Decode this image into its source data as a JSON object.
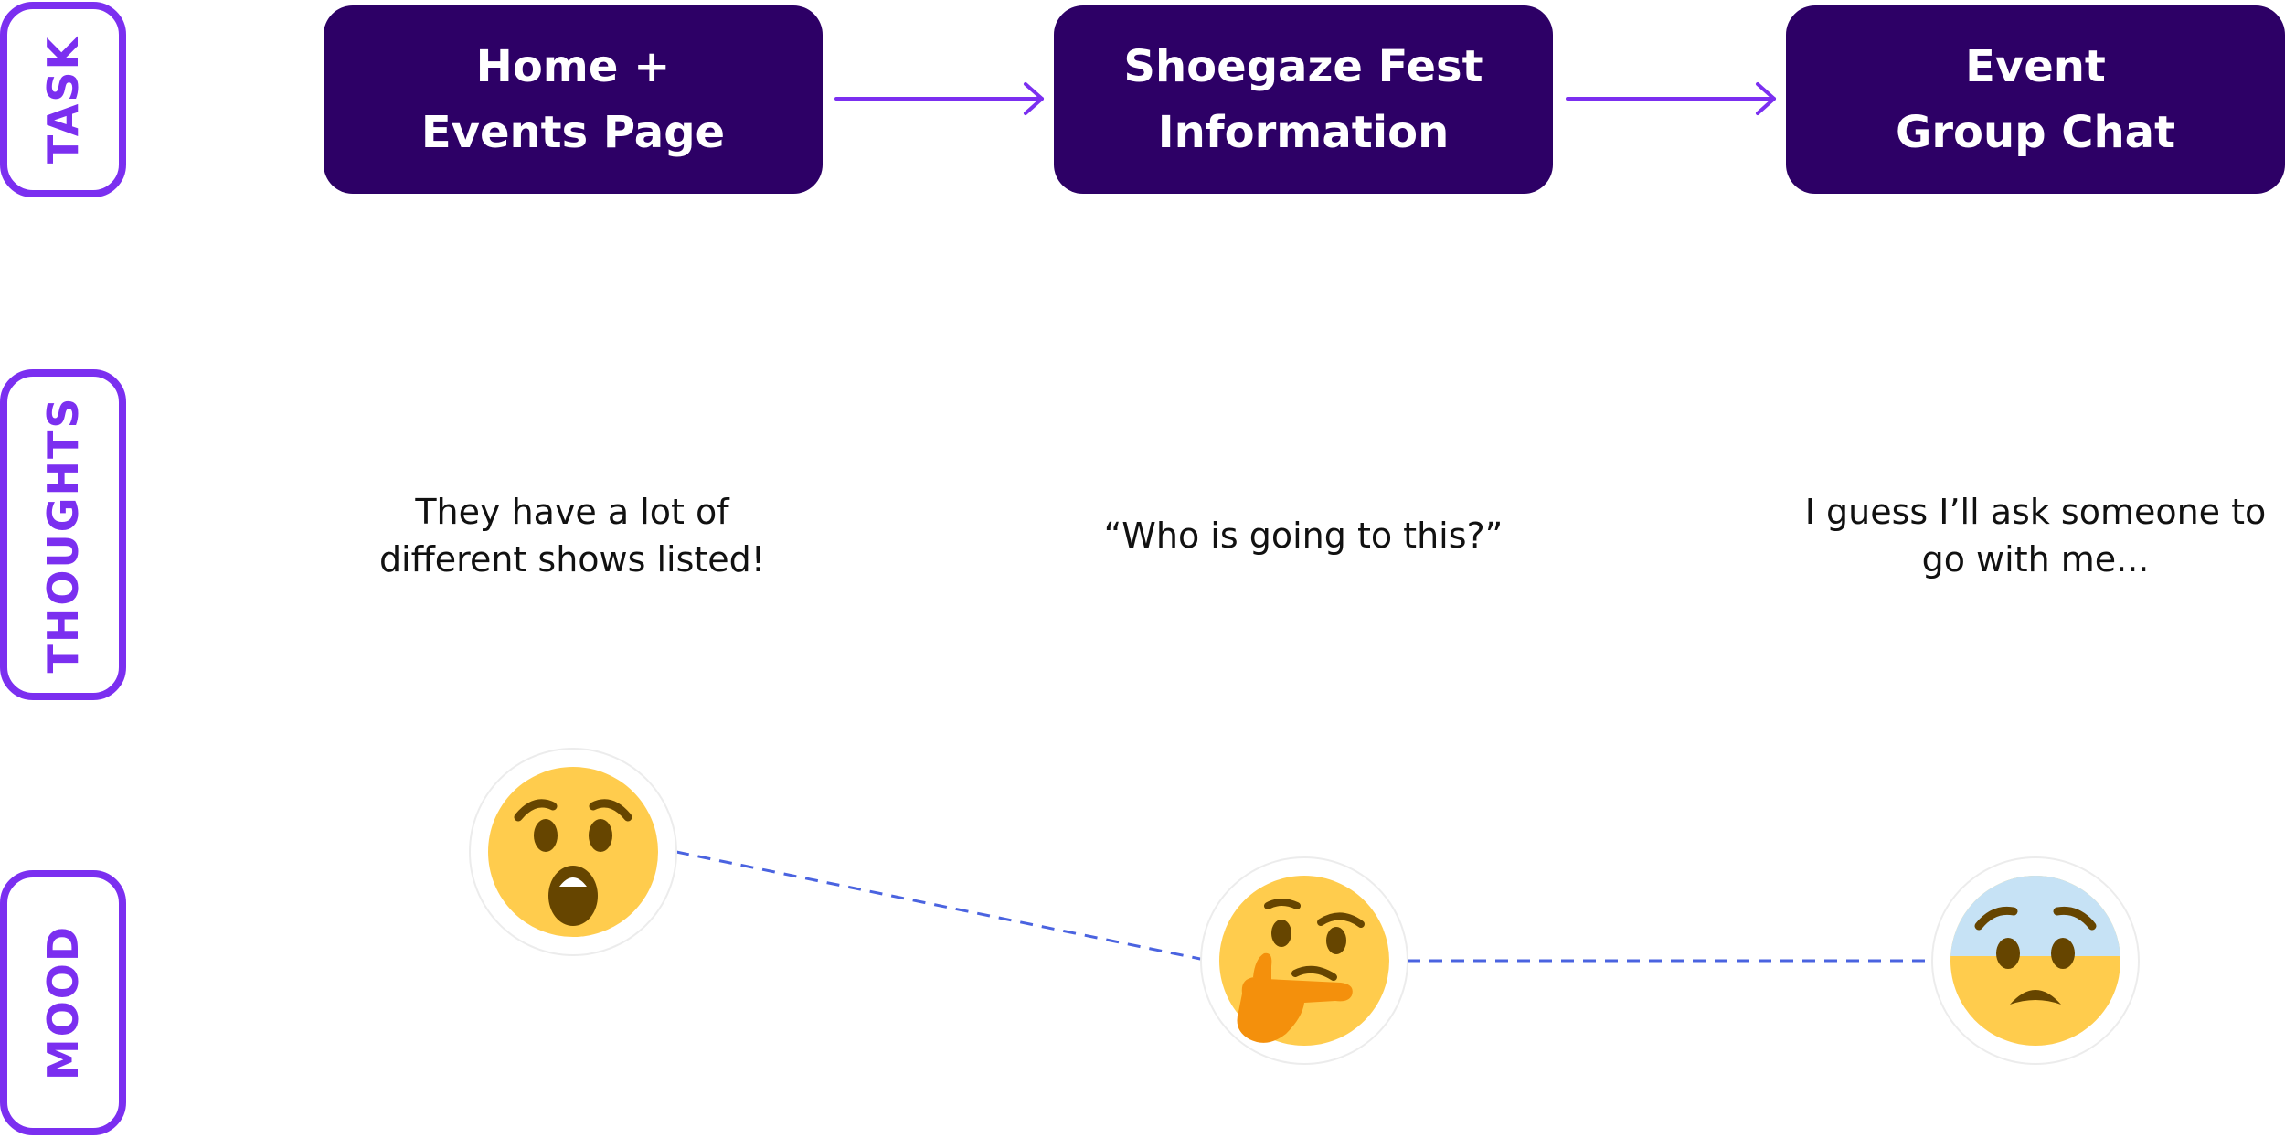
{
  "rows": {
    "task": "TASK",
    "thoughts": "THOUGHTS",
    "mood": "MOOD"
  },
  "steps": [
    {
      "task": "Home +\nEvents Page",
      "thought": "They have a lot of\ndifferent shows listed!",
      "mood": "astonished-face-icon"
    },
    {
      "task": "Shoegaze Fest\nInformation",
      "thought": "“Who is going to this?”",
      "mood": "thinking-face-icon"
    },
    {
      "task": "Event\nGroup Chat",
      "thought": "I guess I’ll ask someone to\ngo with me...",
      "mood": "anxious-face-icon"
    }
  ],
  "colors": {
    "accent": "#7b2ff0",
    "task_box": "#2d0066",
    "task_text": "#ffffff",
    "mood_line": "#4a63e0",
    "emoji_face": "#ffcc4d",
    "emoji_features": "#664500",
    "emoji_hand": "#f4900c",
    "emoji_fear": "#c6e2f5"
  }
}
